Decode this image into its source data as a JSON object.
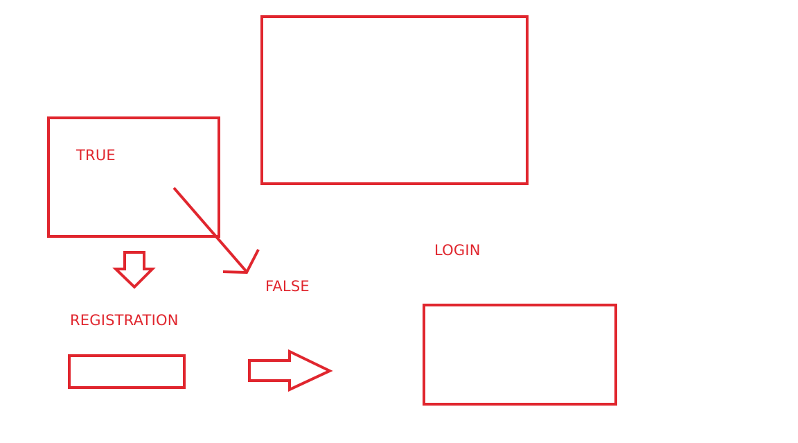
{
  "labels": {
    "true_label": "TRUE",
    "false_label": "FALSE",
    "login_label": "LOGIN",
    "registration_label": "REGISTRATION"
  },
  "colors": {
    "stroke": "#e0262e",
    "text": "#e0262e",
    "background": "#ffffff"
  }
}
